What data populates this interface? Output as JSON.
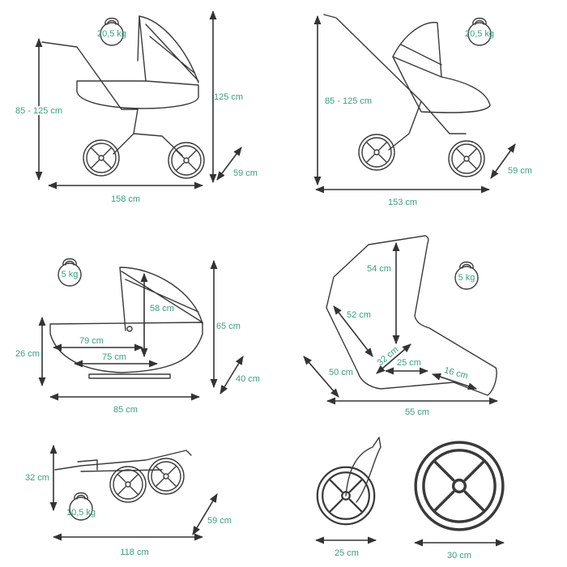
{
  "accent_color": "#3aa07a",
  "panels": {
    "stroller_carrycot": {
      "weight": "20,5 kg",
      "height": "125 cm",
      "handle_height": "85 - 125 cm",
      "width": "59 cm",
      "length": "158 cm"
    },
    "stroller_seat": {
      "weight": "20,5 kg",
      "handle_height": "85 - 125 cm",
      "width": "59 cm",
      "length": "153 cm"
    },
    "carrycot": {
      "weight": "5 kg",
      "hood_height": "58 cm",
      "height": "65 cm",
      "body_height": "26 cm",
      "inner_top_length": "79 cm",
      "inner_length": "75 cm",
      "width": "40 cm",
      "length": "85 cm"
    },
    "seat_unit": {
      "back_height": "54 cm",
      "weight": "5 kg",
      "side_length": "52 cm",
      "seat_width": "32 cm",
      "seat_depth": "25 cm",
      "footrest": "16 cm",
      "width": "50 cm",
      "length": "55 cm"
    },
    "folded_frame": {
      "height": "32 cm",
      "weight": "10,5 kg",
      "width": "59 cm",
      "length": "118 cm"
    },
    "wheels": {
      "front_diameter": "25 cm",
      "rear_diameter": "30 cm"
    }
  }
}
